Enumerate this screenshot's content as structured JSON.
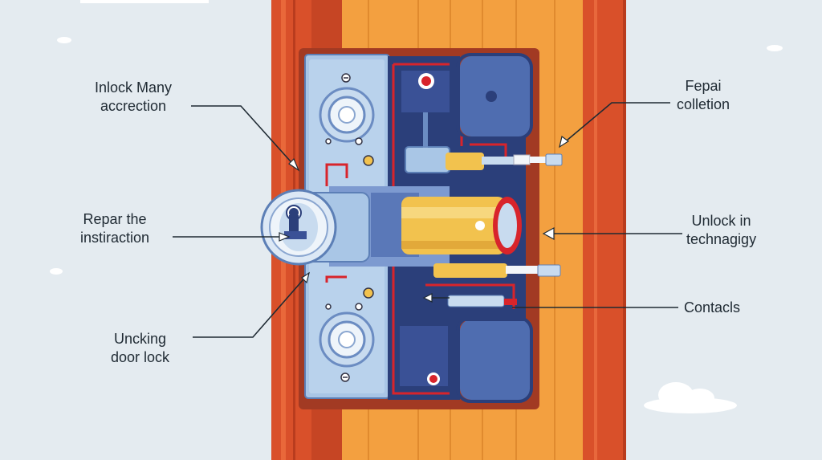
{
  "labels": {
    "top_left": {
      "line1": "Inlock Many",
      "line2": "accrection"
    },
    "mid_left": {
      "line1": "Repar the",
      "line2": "instiraction"
    },
    "bot_left": {
      "line1": "Uncking",
      "line2": "door lock"
    },
    "top_right": {
      "line1": "Fepai",
      "line2": "colletion"
    },
    "mid_right": {
      "line1": "Unlock in",
      "line2": "technagigy"
    },
    "bot_right": {
      "line1": "Contacls"
    }
  },
  "colors": {
    "background": "#e4ebf0",
    "door_orange": "#f3a040",
    "door_red": "#d9502a",
    "lock_blue_light": "#a9c6e6",
    "lock_blue_dark": "#2b3f7a",
    "brass": "#f2c24e",
    "wire_red": "#d8242b"
  }
}
